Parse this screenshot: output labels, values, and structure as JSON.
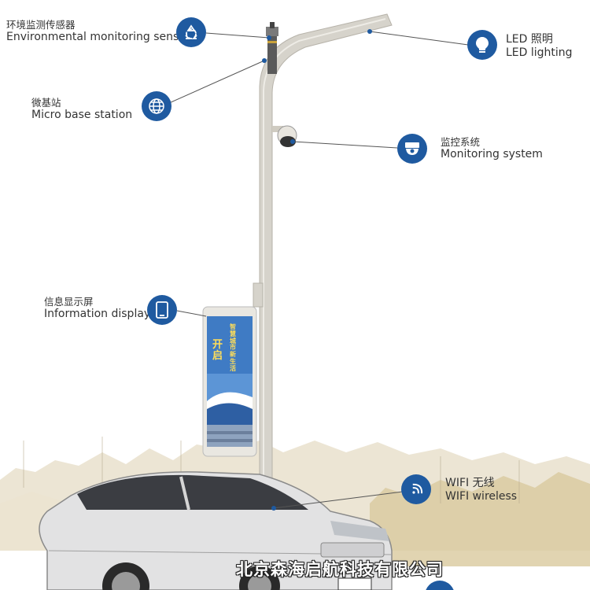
{
  "annotations": {
    "env_sensor": {
      "zh": "环境监测传感器",
      "en": "Environmental monitoring sensor",
      "icon": "recycle-icon"
    },
    "micro_base": {
      "zh": "微基站",
      "en": "Micro base station",
      "icon": "globe-icon"
    },
    "led": {
      "zh": "LED 照明",
      "en": "LED lighting",
      "icon": "lightbulb-icon"
    },
    "monitoring": {
      "zh": "监控系统",
      "en": "Monitoring system",
      "icon": "camera-icon"
    },
    "info_display": {
      "zh": "信息显示屏",
      "en": "Information display",
      "icon": "tablet-icon"
    },
    "wifi": {
      "zh": "WIFI 无线",
      "en": "WIFI wireless",
      "icon": "wifi-icon"
    }
  },
  "screen": {
    "main_text": "开启",
    "side_text": "智慧城市新生活"
  },
  "watermark": "北京森海启航科技有限公司",
  "colors": {
    "accent": "#1f5aa0",
    "pole": "#d6d3cb",
    "screen": "#3f7bc4"
  }
}
